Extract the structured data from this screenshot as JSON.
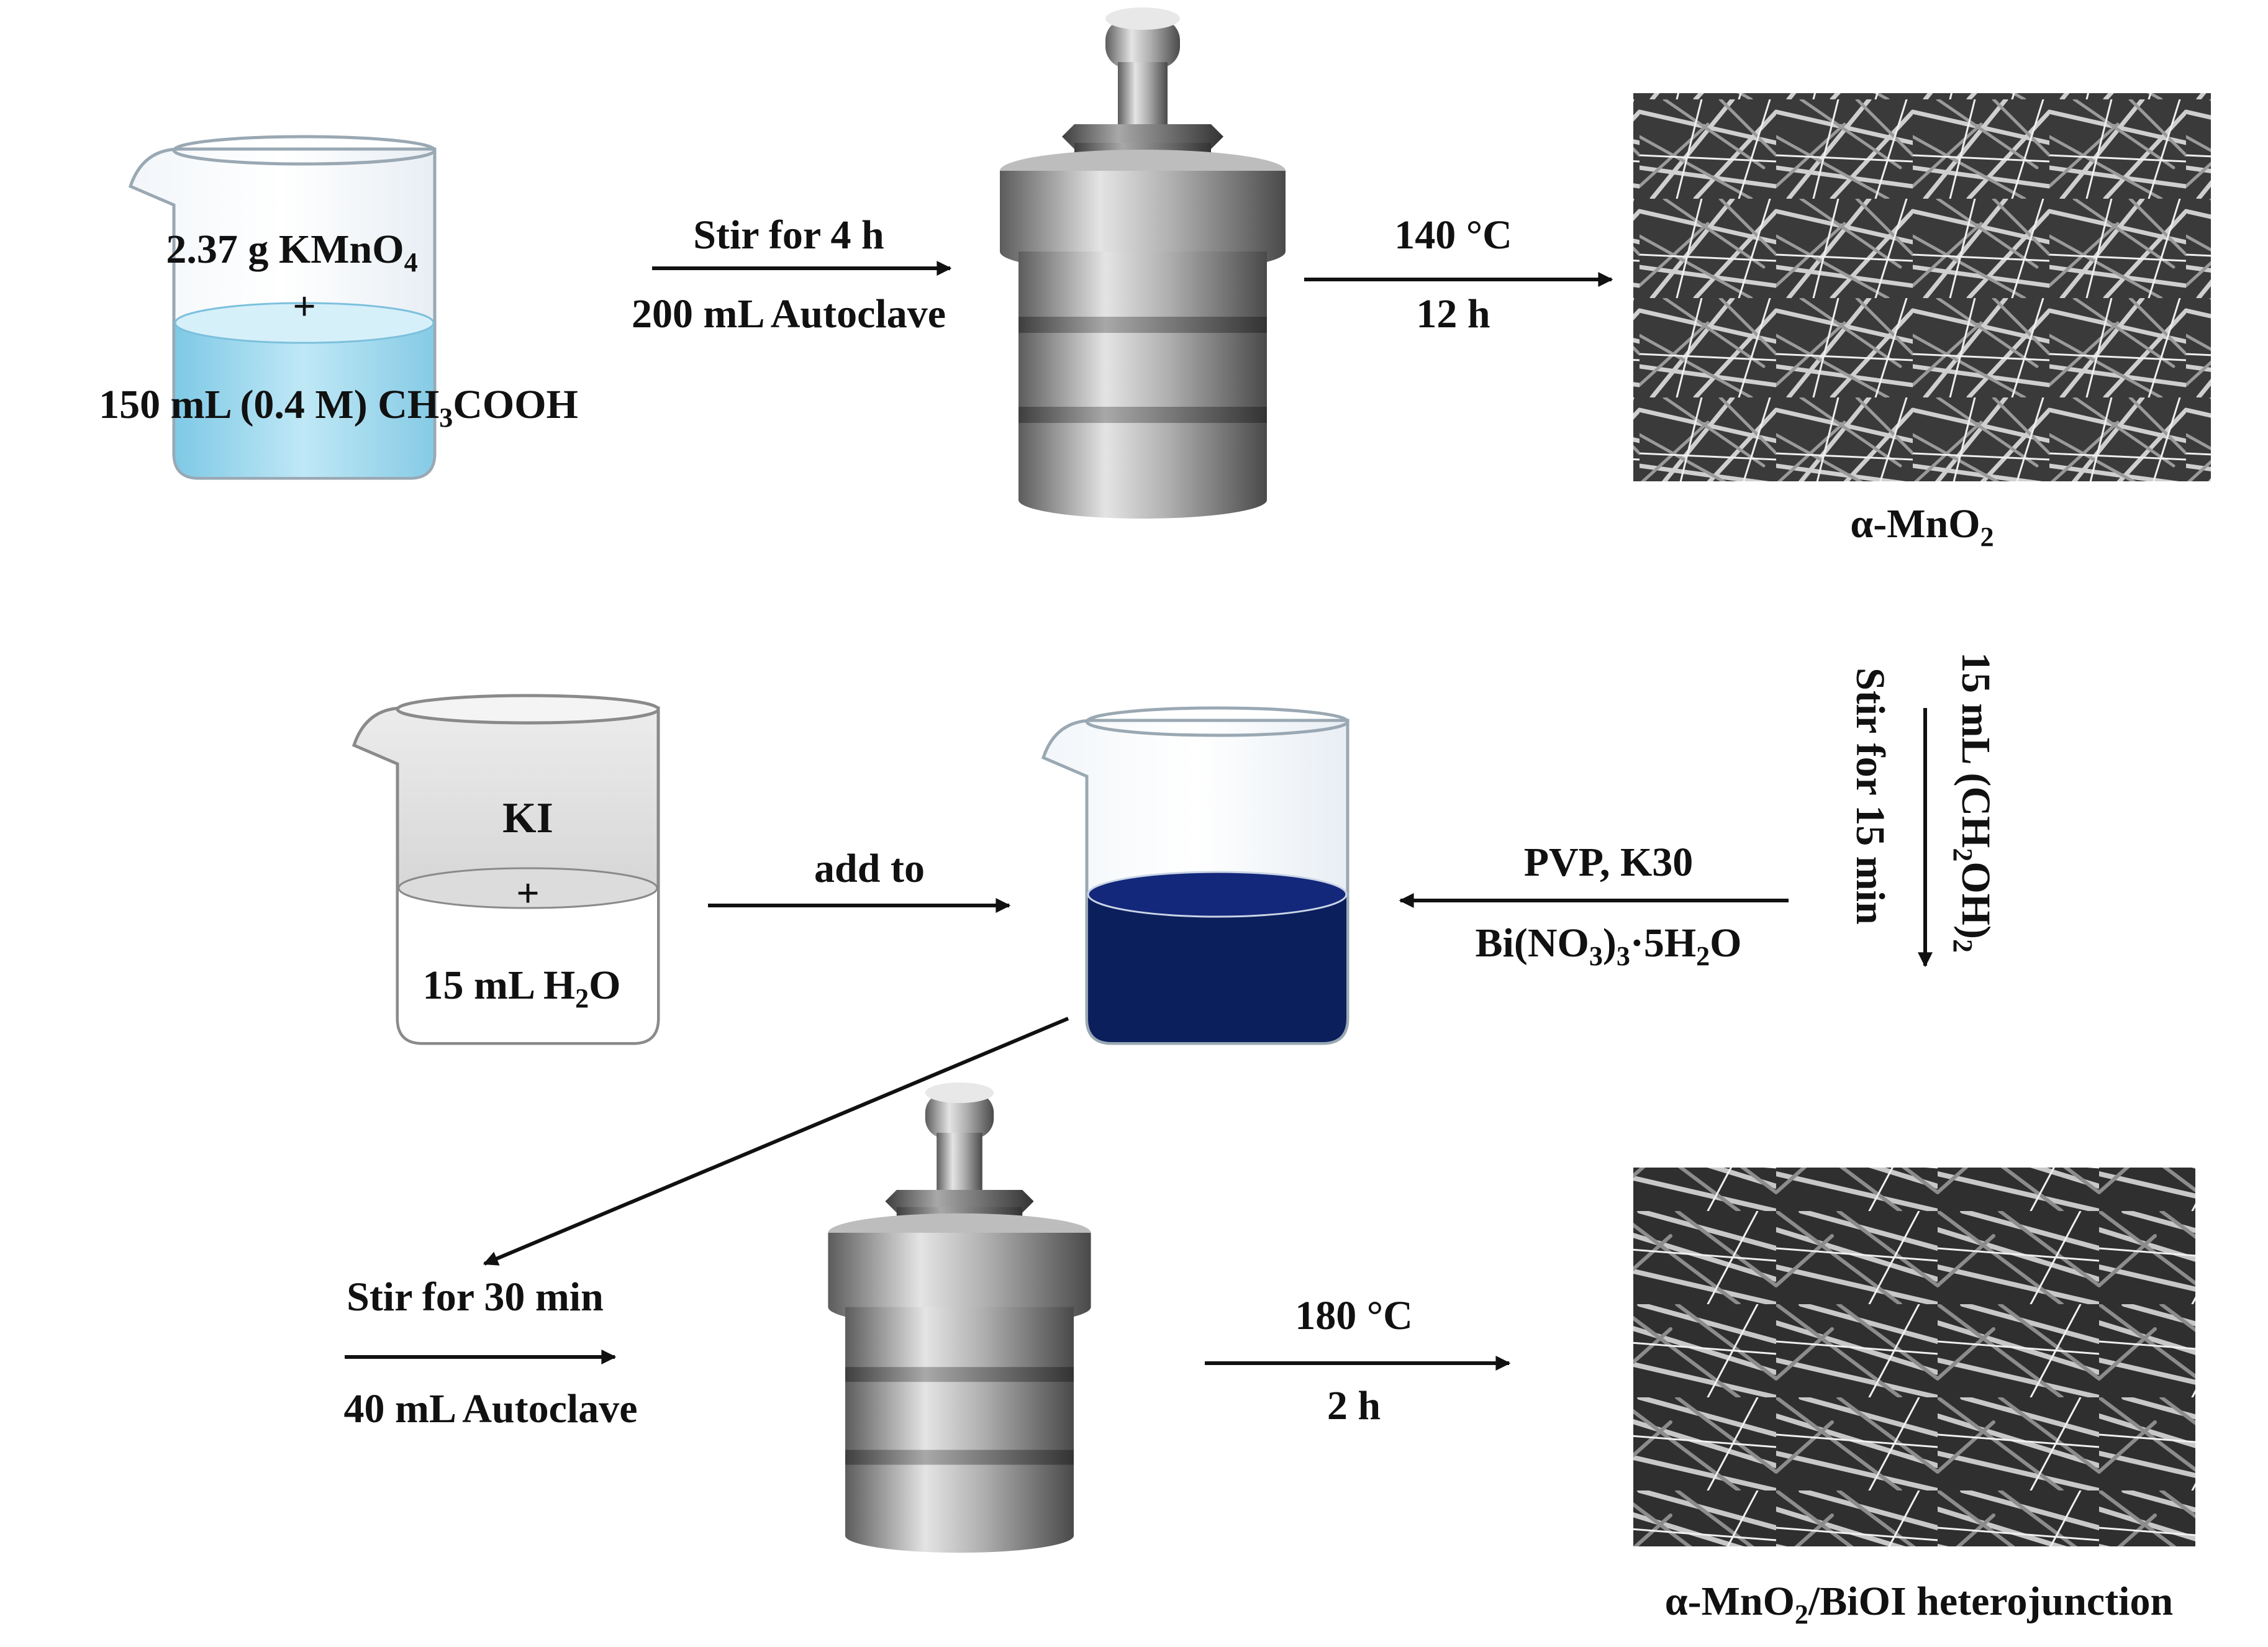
{
  "colors": {
    "solution_light": "#9fd9ee",
    "solution_dark": "#0b1f5c",
    "metal": "#9a9a9a",
    "arrow": "#111111",
    "text": "#111111"
  },
  "beaker1": {
    "reagent1": "2.37 g KMnO",
    "reagent1_sub": "4",
    "plus": "+",
    "reagent2_a": "150 mL (0.4 M) CH",
    "reagent2_sub": "3",
    "reagent2_b": "COOH"
  },
  "step1": {
    "line1": "Stir for 4 h",
    "line2": "200 mL  Autoclave"
  },
  "step2": {
    "temp": "140 °C",
    "time": "12 h"
  },
  "product1": {
    "name": "α-MnO",
    "sub": "2"
  },
  "step3": {
    "line1_a": "15 mL  (CH",
    "line1_sub1": "2",
    "line1_b": "OH)",
    "line1_sub2": "2",
    "line2": "Stir for 15 min"
  },
  "step4": {
    "line1": "PVP, K30",
    "line2_a": "Bi(NO",
    "line2_sub1": "3",
    "line2_b": ")",
    "line2_sub2": "3",
    "line2_c": "·5H",
    "line2_sub3": "2",
    "line2_d": "O"
  },
  "beaker2": {
    "reagent1": "KI",
    "plus": "+",
    "reagent2_a": "15 mL H",
    "reagent2_sub": "2",
    "reagent2_b": "O"
  },
  "step5": {
    "label": "add to"
  },
  "step6": {
    "line1": "Stir for 30 min",
    "line2": "40 mL  Autoclave"
  },
  "step7": {
    "temp": "180 °C",
    "time": "2 h"
  },
  "product2": {
    "name_a": "α-MnO",
    "sub": "2",
    "name_b": "/BiOI heterojunction"
  }
}
